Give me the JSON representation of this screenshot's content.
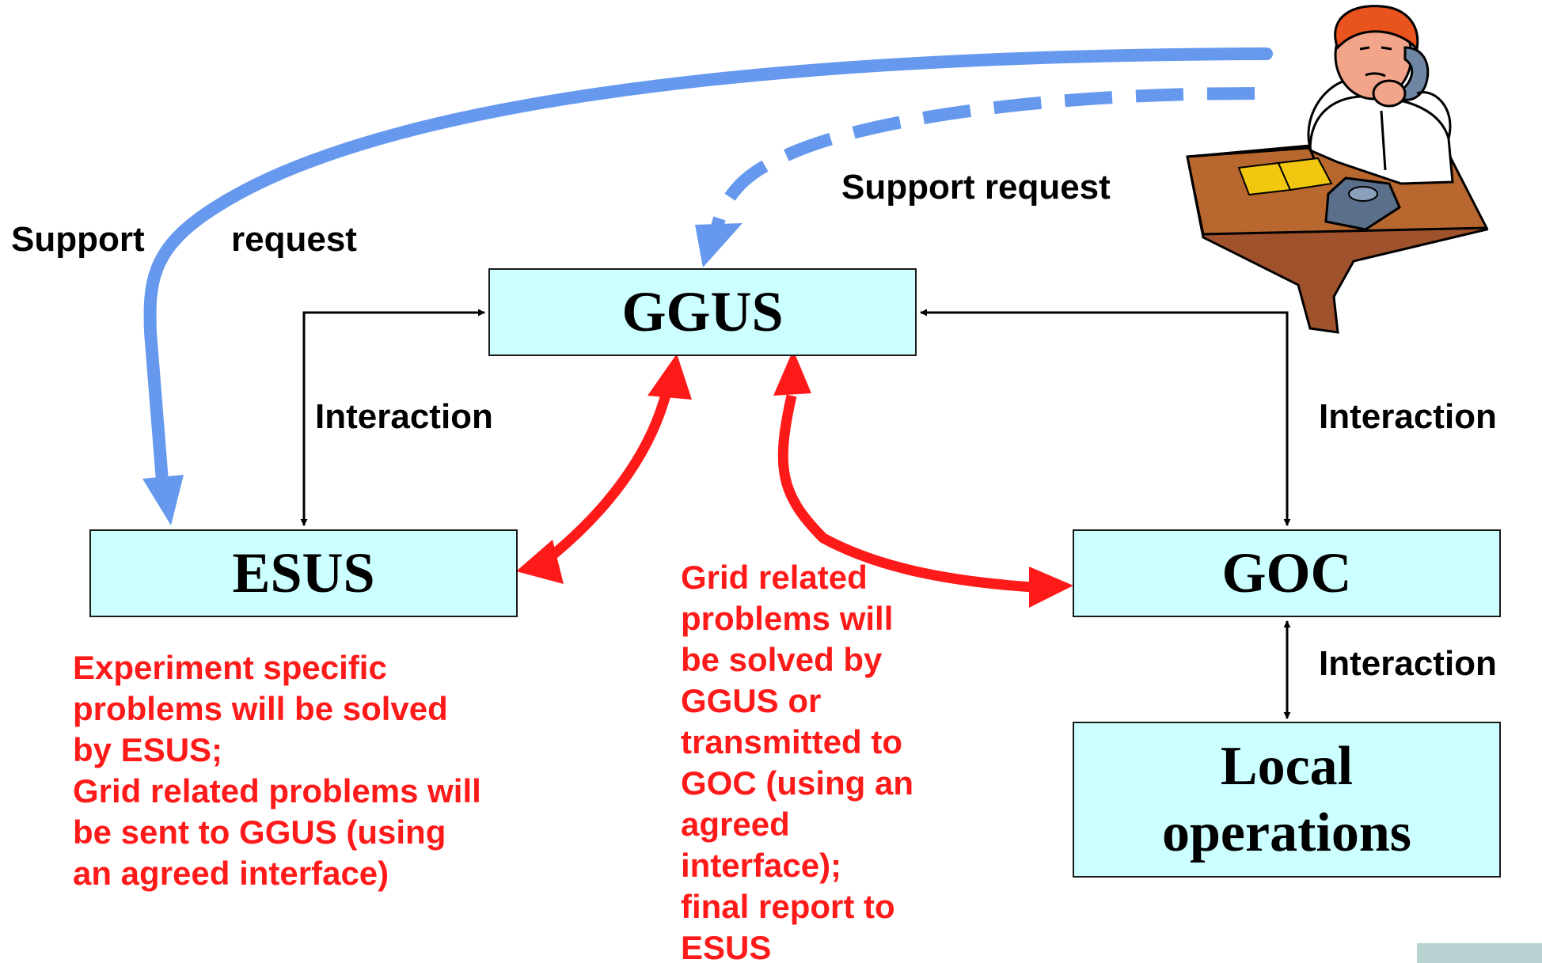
{
  "nodes": {
    "ggus": "GGUS",
    "esus": "ESUS",
    "goc": "GOC",
    "local_line1": "Local",
    "local_line2": "operations"
  },
  "labels": {
    "support_request_top": "Support request",
    "support_left_a": "Support",
    "support_left_b": "request",
    "interaction_left": "Interaction",
    "interaction_right": "Interaction",
    "interaction_bottom": "Interaction"
  },
  "notes": {
    "esus_note": [
      "Experiment specific",
      "problems will be solved",
      "by ESUS;",
      "Grid related problems will",
      "be sent to GGUS (using",
      "an agreed interface)"
    ],
    "ggus_note": [
      "Grid related",
      "problems will",
      "be solved by",
      "GGUS or",
      "transmitted to",
      "GOC (using an",
      "agreed",
      "interface);",
      "final report to",
      "ESUS"
    ]
  },
  "colors": {
    "box_fill": "#ccffff",
    "note_text": "#ff1a1a",
    "support_arrow": "#6699ee",
    "red_arrow": "#ff1a1a"
  },
  "icons": [
    "user-on-phone-at-desk-icon"
  ]
}
